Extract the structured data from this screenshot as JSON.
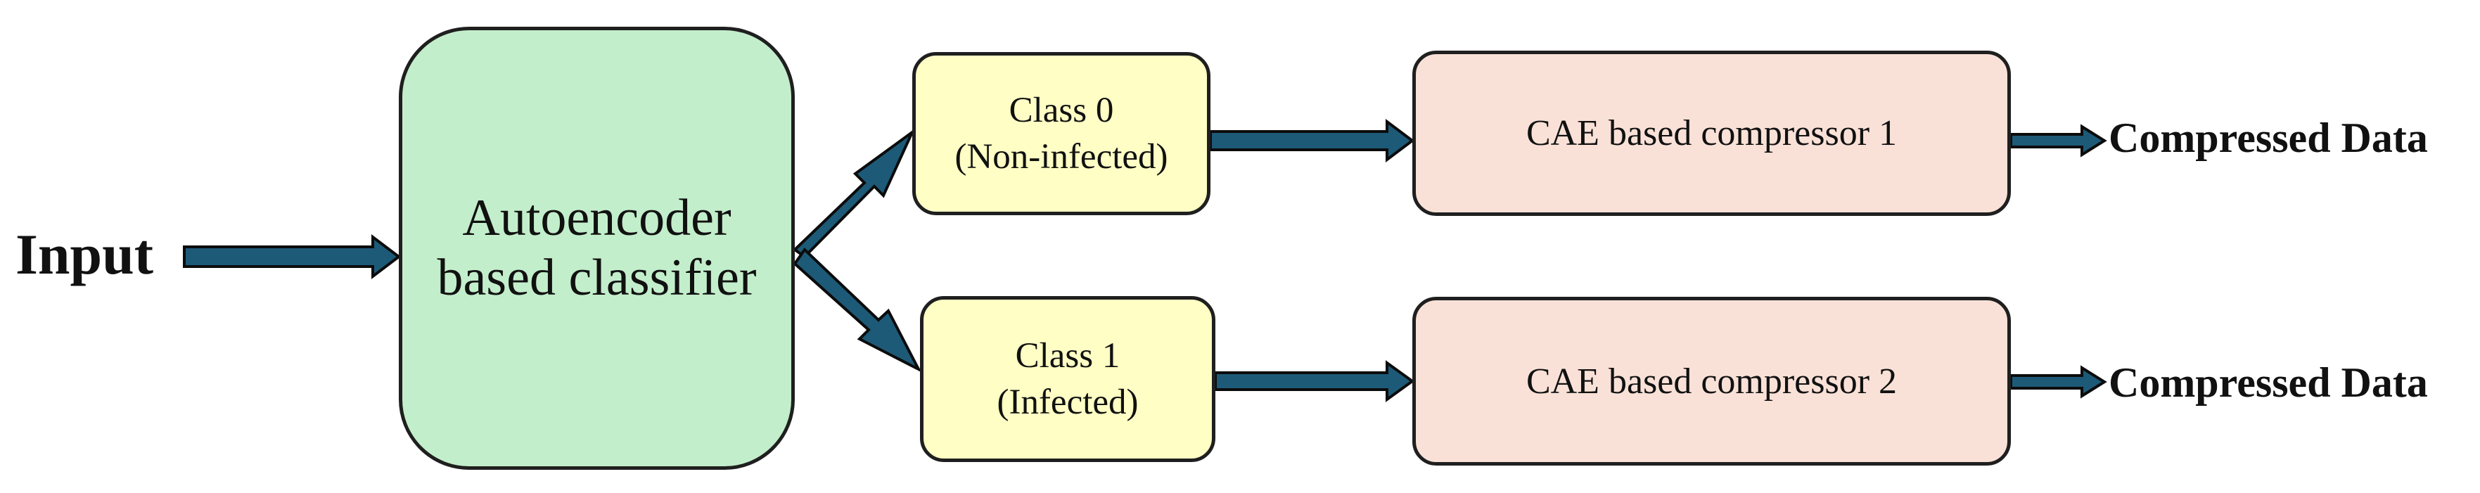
{
  "input_label": "Input",
  "classifier": {
    "line1": "Autoencoder",
    "line2": "based classifier"
  },
  "class0": {
    "line1": "Class 0",
    "line2": "(Non-infected)"
  },
  "class1": {
    "line1": "Class 1",
    "line2": "(Infected)"
  },
  "compressor1": {
    "label": "CAE based compressor 1"
  },
  "compressor2": {
    "label": "CAE based compressor 2"
  },
  "output1": {
    "label": "Compressed Data"
  },
  "output2": {
    "label": "Compressed Data"
  },
  "colors": {
    "arrow_fill": "#1d5a78",
    "arrow_outline": "#0c0c0c",
    "classifier_fill": "#c3eecb",
    "class_fill": "#fefec5",
    "compressor_fill": "#f9e1d7"
  }
}
